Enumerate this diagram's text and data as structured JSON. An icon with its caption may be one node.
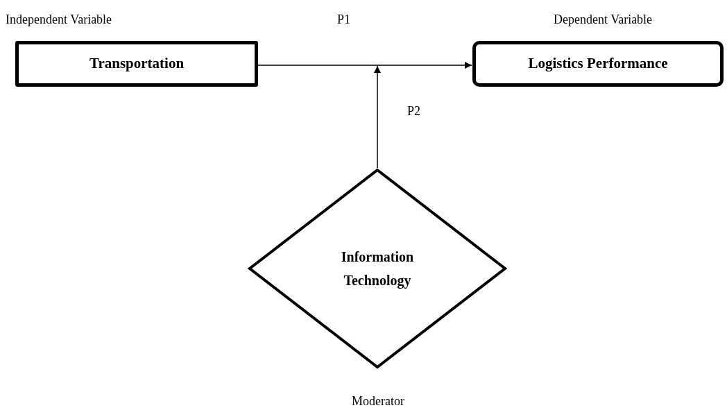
{
  "diagram": {
    "nodes": [
      {
        "text": [
          "Transportation"
        ]
      },
      {
        "text": [
          "Logistics Performance"
        ]
      },
      {
        "text": [
          "Information Technology"
        ]
      }
    ],
    "edges": [
      {
        "from": 0,
        "to": 1,
        "arrow": "to"
      },
      {
        "from": 2,
        "to": null,
        "arrow": "to"
      }
    ],
    "labels": [
      "Independent Variable",
      "P1",
      "Dependent Variable",
      "P2",
      "Moderator"
    ]
  }
}
